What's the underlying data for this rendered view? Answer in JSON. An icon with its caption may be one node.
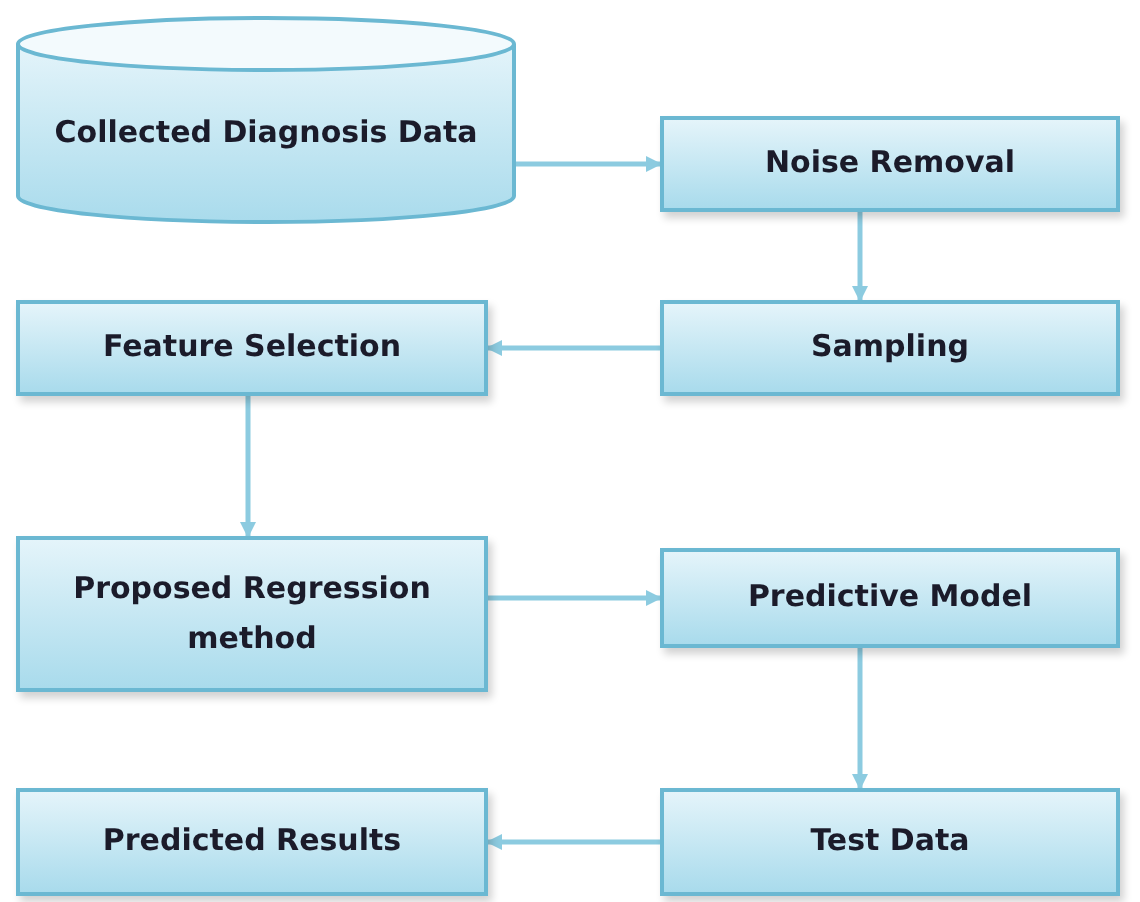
{
  "diagram": {
    "nodes": [
      {
        "text": [
          "Collected Diagnosis Data"
        ]
      },
      {
        "text": [
          "Noise Removal"
        ]
      },
      {
        "text": [
          "Sampling"
        ]
      },
      {
        "text": [
          "Feature Selection"
        ]
      },
      {
        "text": [
          "Proposed Regression method"
        ]
      },
      {
        "text": [
          "Predictive Model"
        ]
      },
      {
        "text": [
          "Test Data"
        ]
      },
      {
        "text": [
          "Predicted Results"
        ]
      }
    ],
    "edges": [
      {
        "from": 0,
        "to": 1,
        "arrow": "to"
      },
      {
        "from": 1,
        "to": 2,
        "arrow": "to"
      },
      {
        "from": 2,
        "to": 3,
        "arrow": "to"
      },
      {
        "from": 3,
        "to": 4,
        "arrow": "to"
      },
      {
        "from": 4,
        "to": 5,
        "arrow": "to"
      },
      {
        "from": 5,
        "to": 6,
        "arrow": "to"
      },
      {
        "from": 6,
        "to": 7,
        "arrow": "to"
      }
    ]
  }
}
